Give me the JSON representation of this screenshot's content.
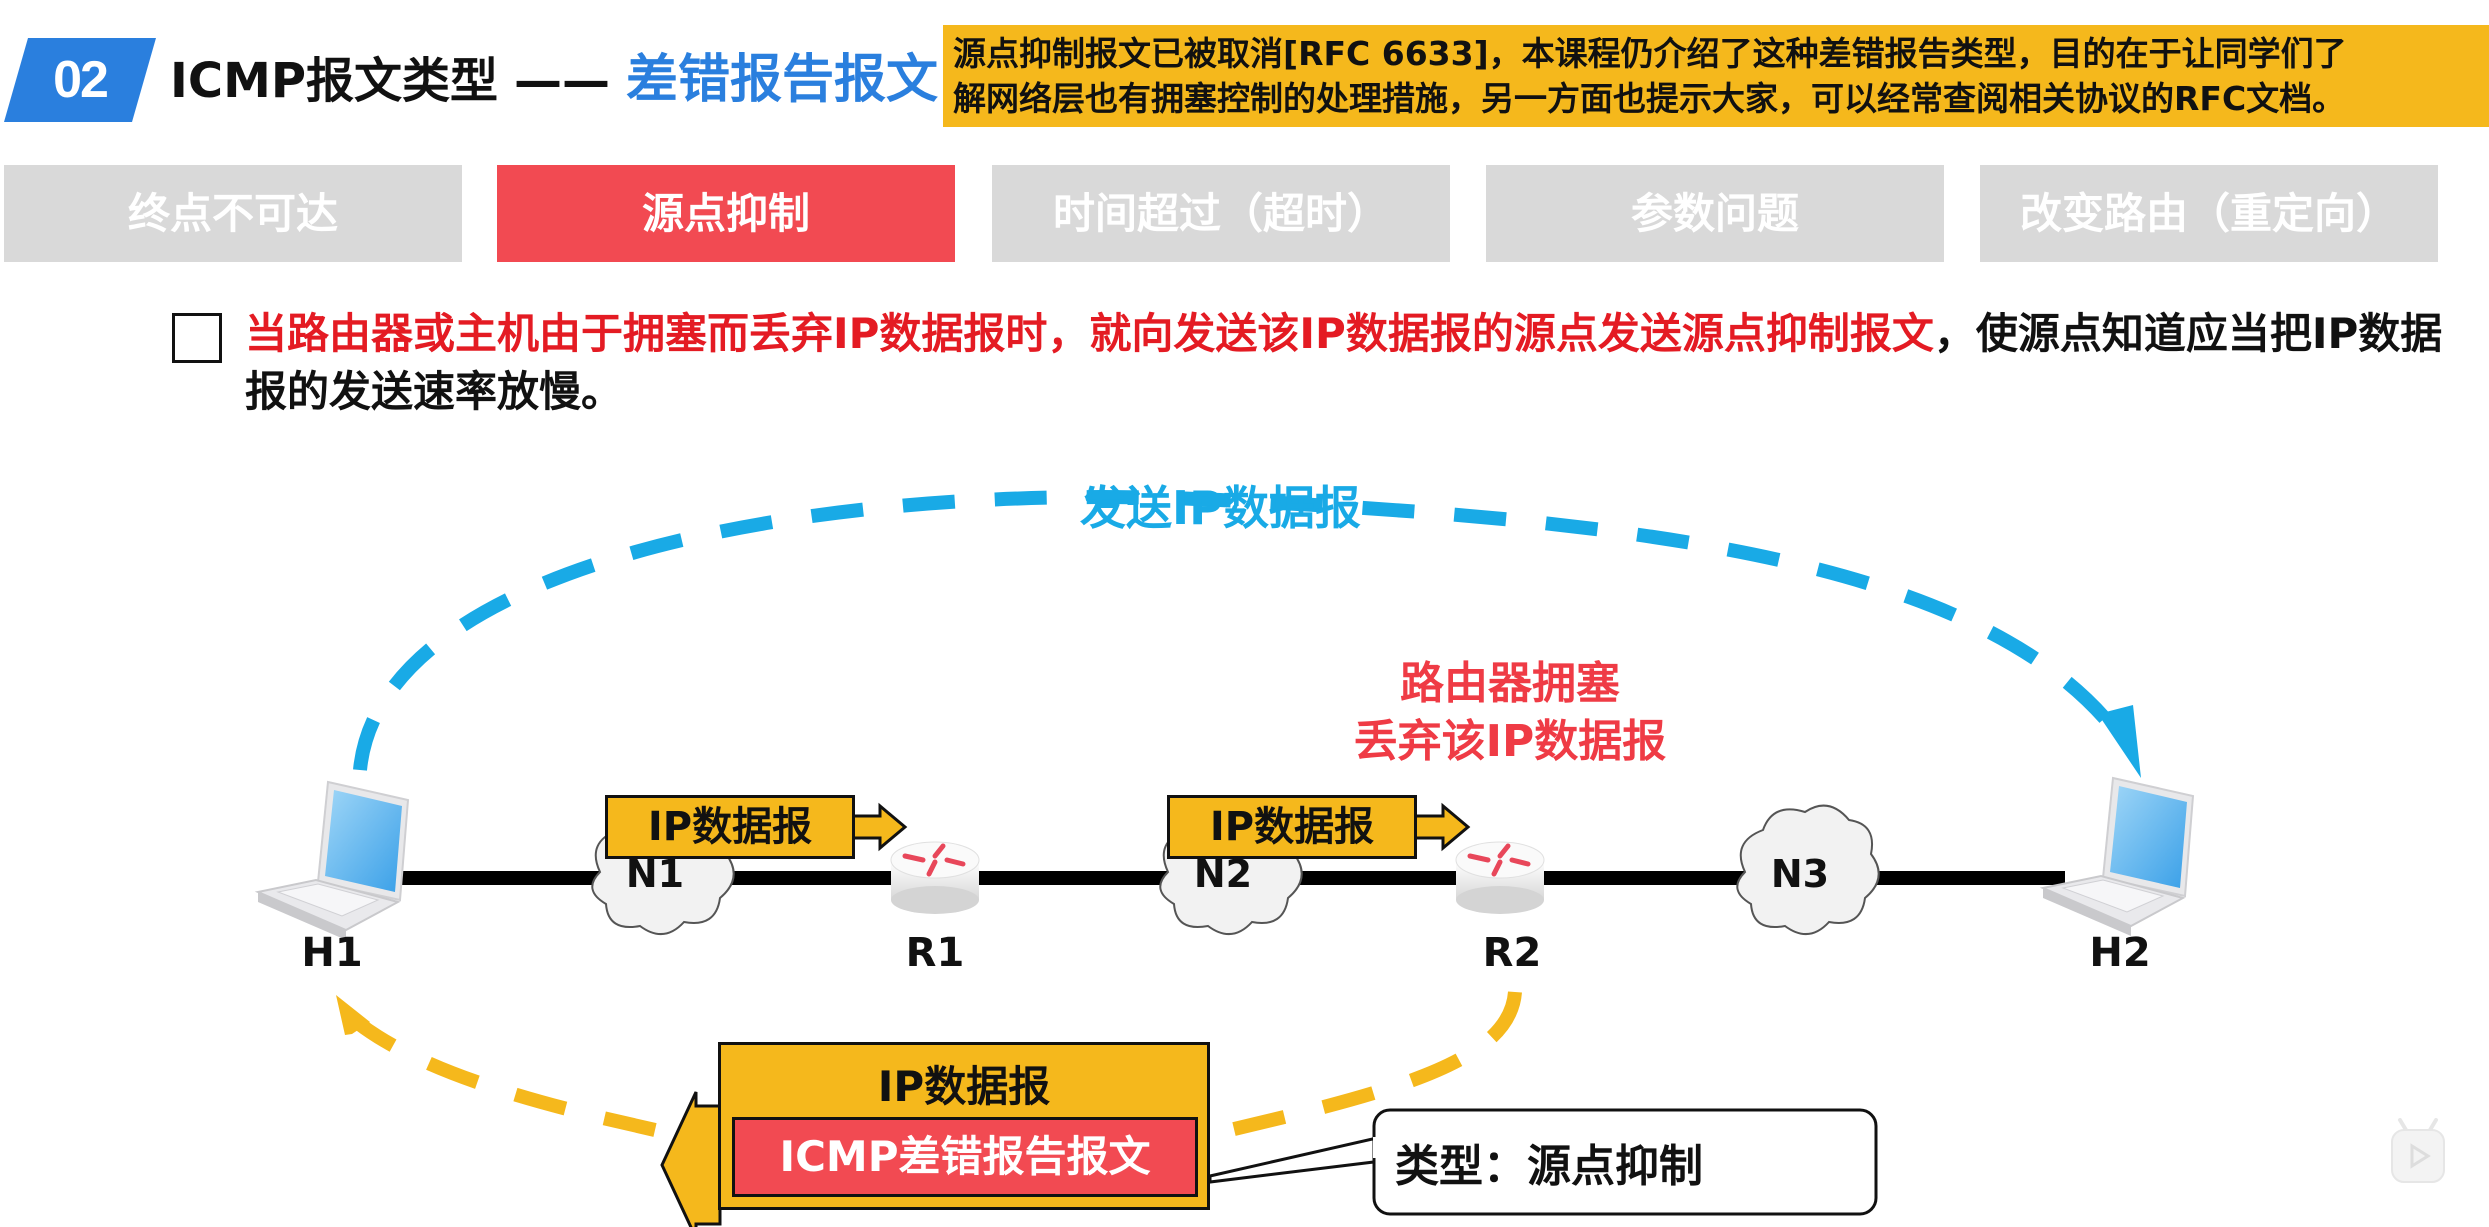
{
  "header": {
    "section_number": "02",
    "title": "ICMP报文类型",
    "separator": "——",
    "subtitle": "差错报告报文",
    "note_line1": "源点抑制报文已被取消[RFC 6633]，本课程仍介绍了这种差错报告类型，目的在于让同学们了",
    "note_line2": "解网络层也有拥塞控制的处理措施，另一方面也提示大家，可以经常查阅相关协议的RFC文档。"
  },
  "tabs": [
    {
      "label": "终点不可达",
      "active": false
    },
    {
      "label": "源点抑制",
      "active": true
    },
    {
      "label": "时间超过（超时）",
      "active": false
    },
    {
      "label": "参数问题",
      "active": false
    },
    {
      "label": "改变路由（重定向）",
      "active": false
    }
  ],
  "description": {
    "highlight": "当路由器或主机由于拥塞而丢弃IP数据报时，就向发送该IP数据报的源点发送源点抑制报文",
    "rest": "，使源点知道应当把IP数据报的发送速率放慢。"
  },
  "diagram": {
    "send_label": "发送IP数据报",
    "congestion_line1": "路由器拥塞",
    "congestion_line2": "丢弃该IP数据报",
    "hosts": [
      {
        "label": "H1"
      },
      {
        "label": "H2"
      }
    ],
    "routers": [
      {
        "label": "R1"
      },
      {
        "label": "R2"
      }
    ],
    "networks": [
      {
        "label": "N1"
      },
      {
        "label": "N2"
      },
      {
        "label": "N3"
      }
    ],
    "packet_label": "IP数据报",
    "return_packet": {
      "outer_label": "IP数据报",
      "inner_label": "ICMP差错报告报文"
    },
    "callout": "类型：源点抑制",
    "colors": {
      "send_arrow": "#19aae6",
      "return_arrow": "#f5b81c",
      "accent_red": "#f24a52",
      "accent_blue": "#2a7fde"
    }
  }
}
